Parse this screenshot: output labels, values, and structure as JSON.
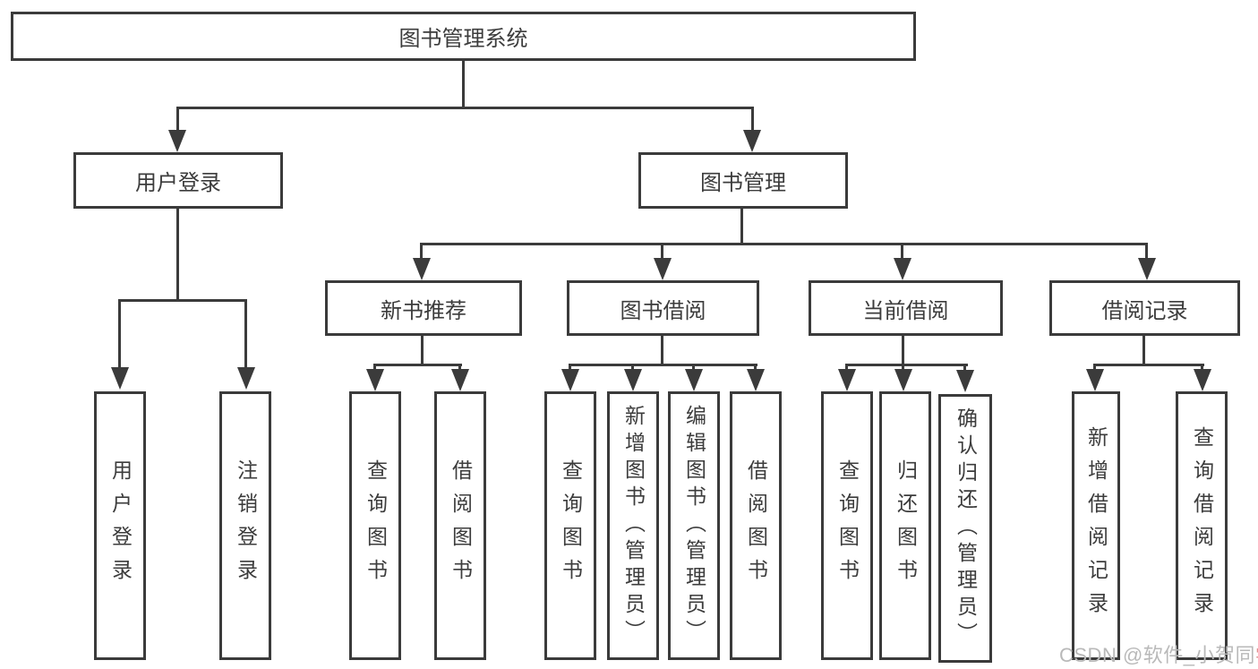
{
  "diagram": {
    "title": "图书管理系统",
    "level2": [
      {
        "label": "用户登录"
      },
      {
        "label": "图书管理"
      }
    ],
    "level3": [
      {
        "label": "新书推荐"
      },
      {
        "label": "图书借阅"
      },
      {
        "label": "当前借阅"
      },
      {
        "label": "借阅记录"
      }
    ],
    "leaves": {
      "user": [
        {
          "label": "用户登录"
        },
        {
          "label": "注销登录"
        }
      ],
      "recommend": [
        {
          "label": "查询图书"
        },
        {
          "label": "借阅图书"
        }
      ],
      "borrow": [
        {
          "label": "查询图书"
        },
        {
          "label": "新增图书（管理员）"
        },
        {
          "label": "编辑图书（管理员）"
        },
        {
          "label": "借阅图书"
        }
      ],
      "current": [
        {
          "label": "查询图书"
        },
        {
          "label": "归还图书"
        },
        {
          "label": "确认归还（管理员）"
        }
      ],
      "records": [
        {
          "label": "新增借阅记录"
        },
        {
          "label": "查询借阅记录"
        }
      ]
    },
    "watermark": {
      "main": "CSDN @软件_小贺同",
      "accent": "学"
    },
    "colors": {
      "line": "#3b3b3b",
      "text": "#3c3c3c",
      "watermark": "#b9b9b9",
      "watermark_accent": "#e08f8f"
    }
  }
}
